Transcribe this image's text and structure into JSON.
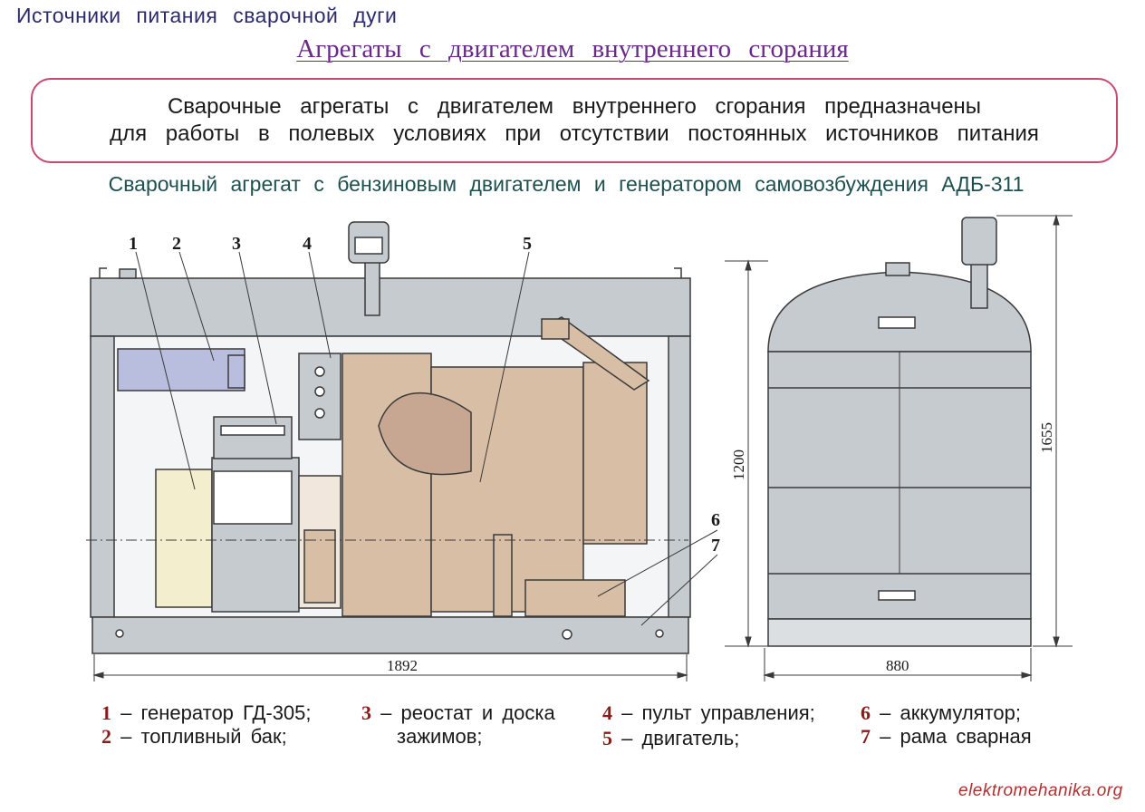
{
  "header": {
    "topline": "Источники   питания   сварочной   дуги",
    "subtitle": "Агрегаты  с  двигателем  внутреннего  сгорания"
  },
  "purpose": {
    "line1": "Сварочные  агрегаты  с  двигателем  внутреннего  сгорания  предназначены",
    "line2": "для  работы в полевых  условиях  при  отсутствии  постоянных  источников  питания"
  },
  "caption": "Сварочный  агрегат с бензиновым  двигателем и генератором  самовозбуждения АДБ-311",
  "drawing": {
    "callouts": [
      "1",
      "2",
      "3",
      "4",
      "5",
      "6",
      "7"
    ],
    "dimensions": {
      "side_length": "1892",
      "end_width": "880",
      "body_height": "1200",
      "total_height": "1655"
    }
  },
  "legend": {
    "col1": [
      {
        "num": "1",
        "text": " – генератор  ГД-305;"
      },
      {
        "num": "2",
        "text": " – топливный  бак;"
      }
    ],
    "col2": [
      {
        "num": "3",
        "text": " – реостат  и  доска"
      },
      {
        "num": "",
        "text": "зажимов;"
      }
    ],
    "col3": [
      {
        "num": "4",
        "text": " – пульт   управления;"
      },
      {
        "num": "5",
        "text": " – двигатель;"
      }
    ],
    "col4": [
      {
        "num": "6",
        "text": " – аккумулятор;"
      },
      {
        "num": "7",
        "text": " – рама  сварная"
      }
    ]
  },
  "watermark": "elektromehanika.org",
  "colors": {
    "frame": "#c5cbcf",
    "engine": "#d9bea6",
    "tank": "#b9bede",
    "outline": "#3a3a3a",
    "title": "#2b2b6e",
    "subtitle": "#6a2a8a",
    "box_border": "#c64a6e",
    "legend_number": "#8b1a1a"
  }
}
